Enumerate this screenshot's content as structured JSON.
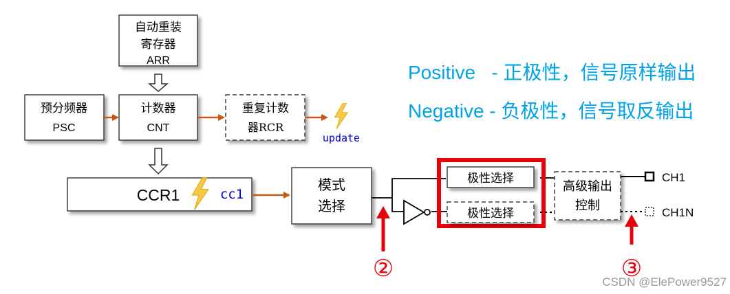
{
  "blocks": {
    "arr": {
      "line1": "自动重装",
      "line2": "寄存器",
      "line3": "ARR"
    },
    "psc": {
      "line1": "预分频器",
      "line2": "PSC"
    },
    "cnt": {
      "line1": "计数器",
      "line2": "CNT"
    },
    "rcr": {
      "line1": "重复计数",
      "line2": "器RCR"
    },
    "ccr1": {
      "label": "CCR1",
      "event": "cc1"
    },
    "mode_select": {
      "line1": "模式",
      "line2": "选择"
    },
    "polarity_top": {
      "label": "极性选择"
    },
    "polarity_bottom": {
      "label": "极性选择"
    },
    "advanced_output": {
      "line1": "高级输出",
      "line2": "控制"
    }
  },
  "events": {
    "update": "update"
  },
  "outputs": {
    "ch1": "CH1",
    "ch1n": "CH1N"
  },
  "markers": {
    "m2": "②",
    "m3": "③"
  },
  "legend": {
    "positive": "Positive   - 正极性，信号原样输出",
    "negative": "Negative - 负极性，信号取反输出"
  },
  "watermark": "CSDN @ElePower9527",
  "colors": {
    "arrow_orange": "#c55a11",
    "highlight_red": "#e8000b",
    "legend_blue": "#00a2e8",
    "event_blue": "#0000cc",
    "lightning": "#f7c948",
    "box_stroke": "#404040"
  },
  "icons": {
    "lightning": "lightning-icon",
    "hollow_arrow": "hollow-down-arrow-icon",
    "inverter": "inverter-icon"
  }
}
